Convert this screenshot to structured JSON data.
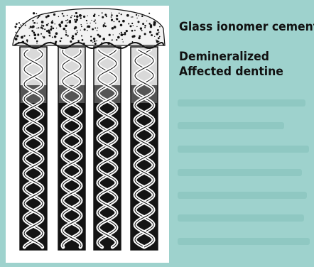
{
  "labels": {
    "cement": "Glass ionomer cement",
    "dentine_line1": "Demineralized",
    "dentine_line2": "Affected dentine"
  },
  "colors": {
    "background": "#9ed2cd",
    "background_text_texture": "#8bc6c0",
    "ink": "#111111",
    "paper": "#ffffff"
  }
}
